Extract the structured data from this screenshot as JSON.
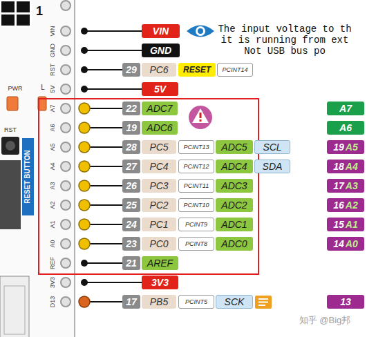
{
  "diagram": {
    "nodes": [
      {
        "text": [
          "VIN"
        ]
      },
      {
        "text": [
          "GND"
        ]
      },
      {
        "text": [
          "29"
        ]
      },
      {
        "text": [
          "PC6"
        ]
      },
      {
        "text": [
          "RESET"
        ]
      },
      {
        "text": [
          "PCINT14"
        ]
      },
      {
        "text": [
          "5V"
        ]
      },
      {
        "text": [
          "22"
        ]
      },
      {
        "text": [
          "ADC7"
        ]
      },
      {
        "text": [
          "A7"
        ]
      },
      {
        "text": [
          "19"
        ]
      },
      {
        "text": [
          "ADC6"
        ]
      },
      {
        "text": [
          "A6"
        ]
      },
      {
        "text": [
          "28"
        ]
      },
      {
        "text": [
          "PC5"
        ]
      },
      {
        "text": [
          "PCINT13"
        ]
      },
      {
        "text": [
          "ADC5"
        ]
      },
      {
        "text": [
          "SCL"
        ]
      },
      {
        "text": [
          "19",
          "A5"
        ]
      },
      {
        "text": [
          "27"
        ]
      },
      {
        "text": [
          "PC4"
        ]
      },
      {
        "text": [
          "PCINT12"
        ]
      },
      {
        "text": [
          "ADC4"
        ]
      },
      {
        "text": [
          "SDA"
        ]
      },
      {
        "text": [
          "18",
          "A4"
        ]
      },
      {
        "text": [
          "26"
        ]
      },
      {
        "text": [
          "PC3"
        ]
      },
      {
        "text": [
          "PCINT11"
        ]
      },
      {
        "text": [
          "ADC3"
        ]
      },
      {
        "text": [
          "17",
          "A3"
        ]
      },
      {
        "text": [
          "25"
        ]
      },
      {
        "text": [
          "PC2"
        ]
      },
      {
        "text": [
          "PCINT10"
        ]
      },
      {
        "text": [
          "ADC2"
        ]
      },
      {
        "text": [
          "16",
          "A2"
        ]
      },
      {
        "text": [
          "24"
        ]
      },
      {
        "text": [
          "PC1"
        ]
      },
      {
        "text": [
          "PCINT9"
        ]
      },
      {
        "text": [
          "ADC1"
        ]
      },
      {
        "text": [
          "15",
          "A1"
        ]
      },
      {
        "text": [
          "23"
        ]
      },
      {
        "text": [
          "PC0"
        ]
      },
      {
        "text": [
          "PCINT8"
        ]
      },
      {
        "text": [
          "ADC0"
        ]
      },
      {
        "text": [
          "14",
          "A0"
        ]
      },
      {
        "text": [
          "21"
        ]
      },
      {
        "text": [
          "AREF"
        ]
      },
      {
        "text": [
          "3V3"
        ]
      },
      {
        "text": [
          "17"
        ]
      },
      {
        "text": [
          "PB5"
        ]
      },
      {
        "text": [
          "PCINT5"
        ]
      },
      {
        "text": [
          "SCK"
        ]
      },
      {
        "text": [
          "13"
        ]
      }
    ],
    "labels": [
      "1",
      "PWR",
      "L",
      "RST",
      "RESET BUTTON",
      "VIN",
      "GND",
      "RST",
      "5V",
      "A7",
      "A6",
      "A5",
      "A4",
      "A3",
      "A2",
      "A1",
      "A0",
      "REF",
      "3V3",
      "D13",
      "The input voltage to th",
      "it is running from ext",
      "Not USB bus po",
      "知乎 @Big邦"
    ]
  }
}
